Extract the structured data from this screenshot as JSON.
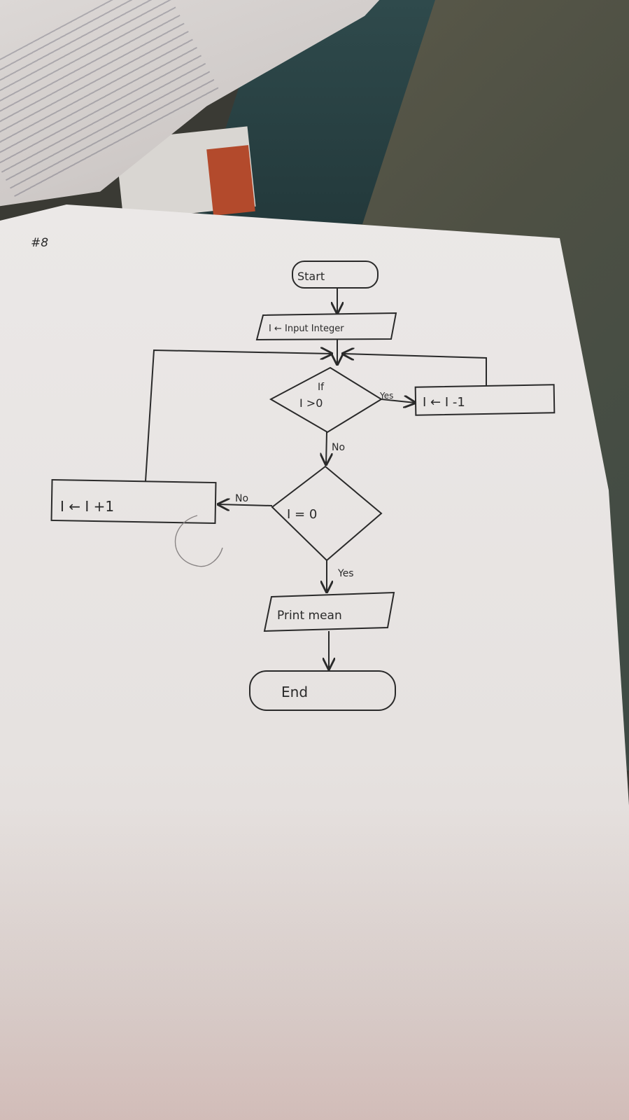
{
  "page_number": "#8",
  "flowchart": {
    "start": "Start",
    "input": "I ← Input Integer",
    "decision_1": {
      "label_top": "If",
      "label": "I >0"
    },
    "decrement": "I ← I -1",
    "decision_2": {
      "label": "I = 0"
    },
    "increment": "I ← I +1",
    "output": "Print mean",
    "end": "End",
    "edge_labels": {
      "yes_1": "Yes",
      "no_1": "No",
      "no_2": "No",
      "yes_2": "Yes"
    }
  },
  "colors": {
    "ink": "#2a2a2a",
    "paper": "#e9e6e4",
    "cloth": "#4e5044",
    "book_edge": "#b34a2c"
  }
}
